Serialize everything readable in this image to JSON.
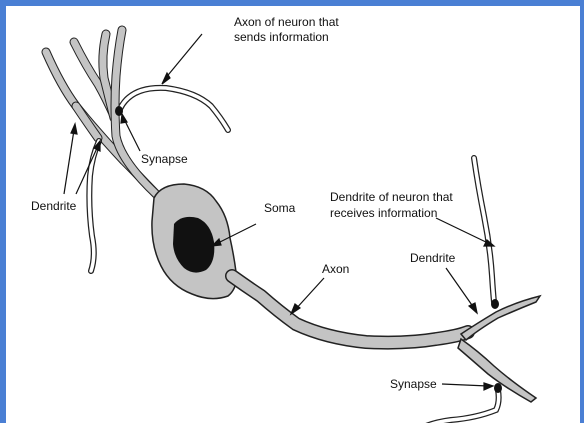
{
  "diagram": {
    "labels": {
      "axon_sender_line1": "Axon of neuron that",
      "axon_sender_line2": "sends information",
      "synapse_top": "Synapse",
      "dendrite_left": "Dendrite",
      "soma": "Soma",
      "dendrite_receiver_line1": "Dendrite of neuron that",
      "dendrite_receiver_line2": "receives information",
      "axon": "Axon",
      "dendrite_right": "Dendrite",
      "synapse_bottom": "Synapse"
    },
    "colors": {
      "frame": "#4a7fd4",
      "neuron_fill": "#c4c4c4",
      "nucleus": "#111111",
      "outline": "#222222"
    }
  }
}
